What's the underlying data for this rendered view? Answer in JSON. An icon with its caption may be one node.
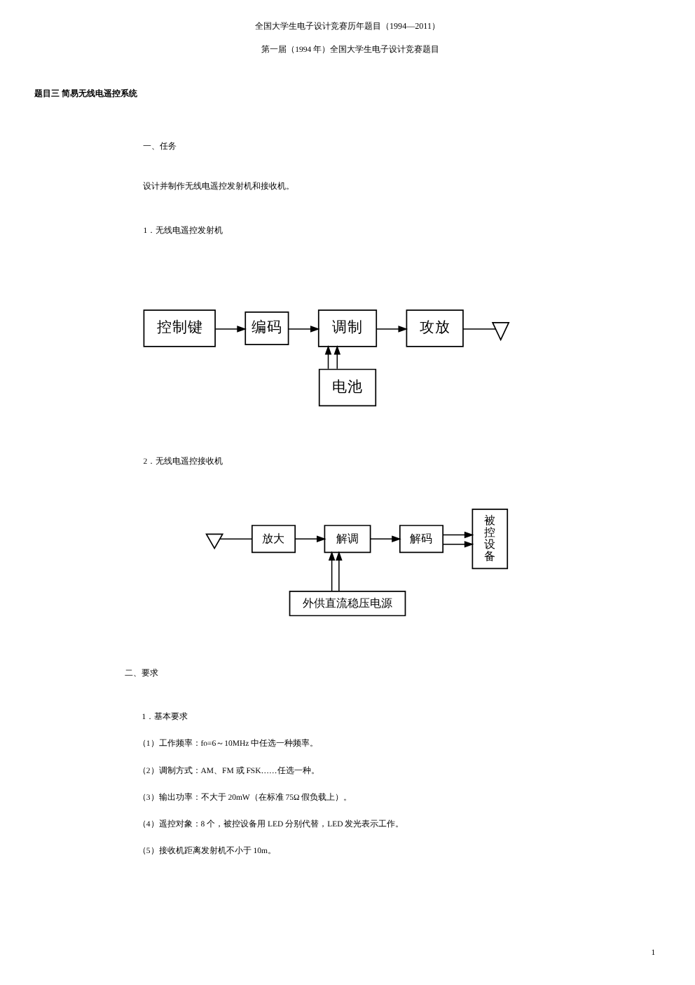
{
  "diagram": {
    "title": "全国大学生电子设计竞赛历年题目（1994—2011）",
    "nodes": [
      {
        "text": [
          "控制键"
        ]
      },
      {
        "text": [
          "编码"
        ]
      },
      {
        "text": [
          "调制"
        ]
      },
      {
        "text": [
          "攻放"
        ]
      },
      {
        "text": [],
        "shape": "antenna"
      },
      {
        "text": [
          "电池"
        ]
      },
      {
        "text": [],
        "shape": "antenna"
      },
      {
        "text": [
          "放大"
        ]
      },
      {
        "text": [
          "解调"
        ]
      },
      {
        "text": [
          "解码"
        ]
      },
      {
        "text": [
          "被控设备"
        ]
      },
      {
        "text": [
          "外供直流稳压电源"
        ]
      }
    ],
    "edges": [
      {
        "from": 0,
        "to": 1,
        "arrow": "to"
      },
      {
        "from": 1,
        "to": 2,
        "arrow": "to"
      },
      {
        "from": 2,
        "to": 3,
        "arrow": "to"
      },
      {
        "from": 3,
        "to": 4,
        "arrow": "none"
      },
      {
        "from": 5,
        "to": 2,
        "arrow": "to"
      },
      {
        "from": 5,
        "to": 2,
        "arrow": "to"
      },
      {
        "from": 6,
        "to": 7,
        "arrow": "none"
      },
      {
        "from": 7,
        "to": 8,
        "arrow": "to"
      },
      {
        "from": 8,
        "to": 9,
        "arrow": "to"
      },
      {
        "from": 9,
        "to": 10,
        "arrow": "to"
      },
      {
        "from": 9,
        "to": 10,
        "arrow": "to"
      },
      {
        "from": 11,
        "to": 8,
        "arrow": "to"
      },
      {
        "from": 11,
        "to": 8,
        "arrow": "to"
      }
    ],
    "labels": [
      "第一届（1994 年）全国大学生电子设计竞赛题目",
      "题目三 简易无线电遥控系统",
      "一、任务",
      "设计并制作无线电遥控发射机和接收机。",
      "1．无线电遥控发射机",
      "2．无线电遥控接收机",
      "二、要求",
      "1．基本要求",
      "（1）工作频率：fo=6～10MHz 中任选一种频率。",
      "（2）调制方式：AM、FM 或 FSK……任选一种。",
      "（3）输出功率：不大于 20mW（在标准 75Ω 假负载上）。",
      "（4）遥控对象：8 个，被控设备用 LED 分别代替，LED 发光表示工作。",
      "（5）接收机距离发射机不小于 10m。",
      "1"
    ]
  }
}
